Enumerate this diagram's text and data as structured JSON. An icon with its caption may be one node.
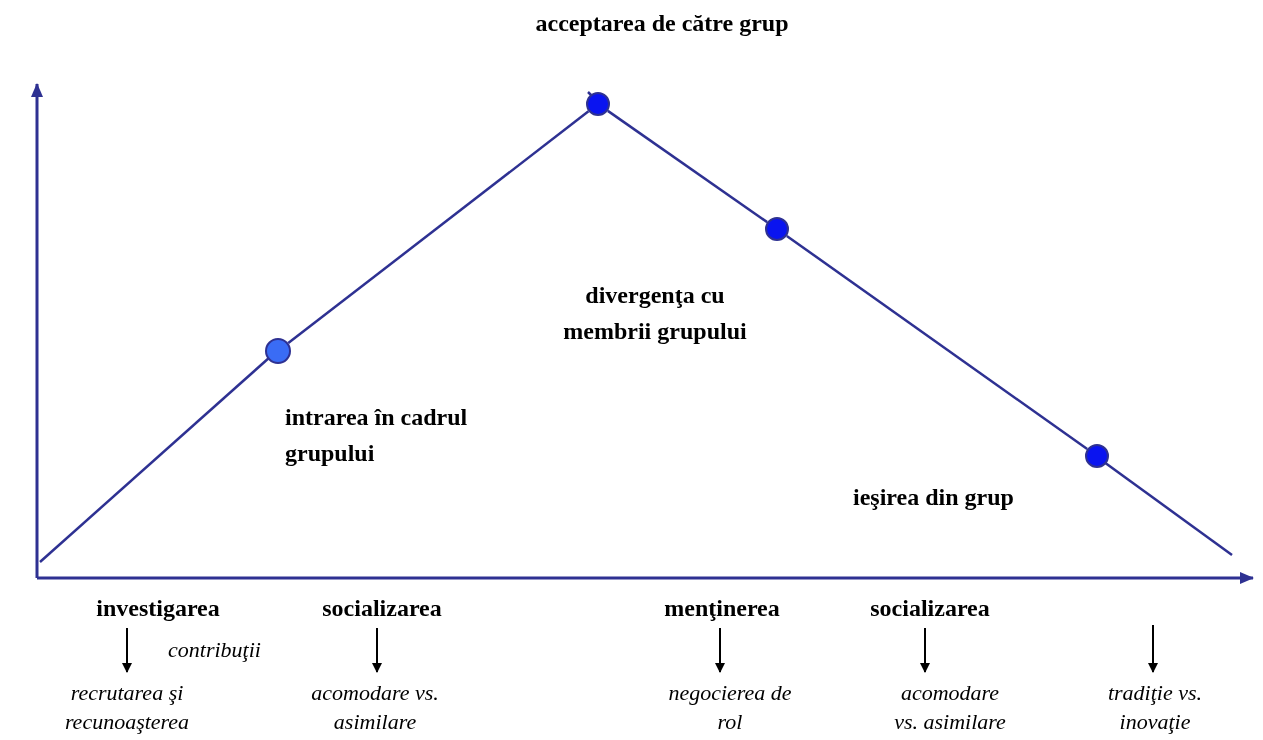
{
  "diagram": {
    "title": "acceptarea de către grup",
    "nodes": [
      {
        "text": [],
        "shape": "circle",
        "beside": [
          "intrarea în cadrul grupului"
        ]
      },
      {
        "text": [],
        "shape": "circle"
      },
      {
        "text": [],
        "shape": "circle",
        "beside": [
          "divergenţa cu membrii grupului"
        ]
      },
      {
        "text": [],
        "shape": "circle",
        "beside": [
          "ieşirea din grup"
        ]
      },
      {
        "text": [
          "investigarea"
        ]
      },
      {
        "text": [
          "socializarea"
        ]
      },
      {
        "text": [
          "menţinerea"
        ]
      },
      {
        "text": [
          "socializarea"
        ]
      },
      {
        "text": [
          "recrutarea şi recunoaşterea"
        ]
      },
      {
        "text": [
          "acomodare vs. asimilare"
        ]
      },
      {
        "text": [
          "negocierea de rol"
        ]
      },
      {
        "text": [
          "acomodare vs. asimilare"
        ]
      },
      {
        "text": [
          "tradiţie vs. inovaţie"
        ]
      }
    ],
    "edges": [
      {
        "from": 0,
        "to": 1,
        "arrow": "none",
        "color": "#2e3192"
      },
      {
        "from": 1,
        "to": 2,
        "arrow": "none",
        "color": "#2e3192"
      },
      {
        "from": 2,
        "to": 3,
        "arrow": "none",
        "color": "#2e3192"
      },
      {
        "from": 4,
        "to": 8,
        "arrow": "to"
      },
      {
        "from": 5,
        "to": 9,
        "arrow": "to"
      },
      {
        "from": 6,
        "to": 10,
        "arrow": "to"
      },
      {
        "from": 7,
        "to": 11,
        "arrow": "to"
      },
      {
        "from": null,
        "to": 12,
        "arrow": "to"
      }
    ],
    "labels": [
      "contribuţii"
    ]
  }
}
